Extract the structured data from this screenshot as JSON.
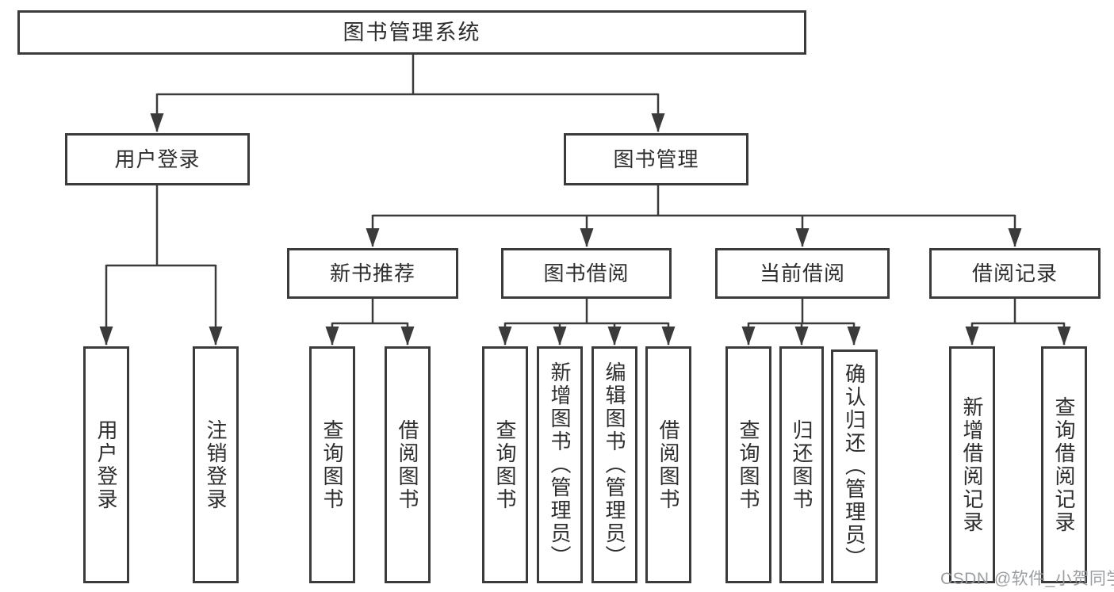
{
  "diagram": {
    "tree": {
      "label": "图书管理系统",
      "children": [
        {
          "label": "用户登录",
          "children": [
            {
              "label": "用户登录"
            },
            {
              "label": "注销登录"
            }
          ]
        },
        {
          "label": "图书管理",
          "children": [
            {
              "label": "新书推荐",
              "children": [
                {
                  "label": "查询图书"
                },
                {
                  "label": "借阅图书"
                }
              ]
            },
            {
              "label": "图书借阅",
              "children": [
                {
                  "label": "查询图书"
                },
                {
                  "label": "新增图书（管理员）"
                },
                {
                  "label": "编辑图书（管理员）"
                },
                {
                  "label": "借阅图书"
                }
              ]
            },
            {
              "label": "当前借阅",
              "children": [
                {
                  "label": "查询图书"
                },
                {
                  "label": "归还图书"
                },
                {
                  "label": "确认归还（管理员）"
                }
              ]
            },
            {
              "label": "借阅记录",
              "children": [
                {
                  "label": "新增借阅记录"
                },
                {
                  "label": "查询借阅记录"
                }
              ]
            }
          ]
        }
      ]
    },
    "colors": {
      "line": "#3b3b3b",
      "text": "#2e2e2e",
      "box_background": "#ffffff",
      "watermark": "#96999c"
    }
  },
  "watermark": {
    "text": "CSDN @软件_小贺同学"
  }
}
